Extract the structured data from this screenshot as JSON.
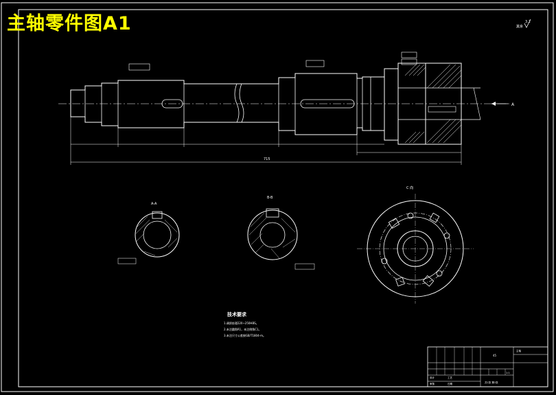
{
  "sheet": {
    "title": "主轴零件图A1",
    "roughness_symbol": "其余",
    "roughness_value": "3.2"
  },
  "section_labels": {
    "a": "A-A",
    "b": "B-B",
    "c": "C 向"
  },
  "tech_requirements": {
    "heading": "技术要求",
    "items": [
      "1.调质处理220~250HBS。",
      "2.未注圆角R1，未注倒角C1。",
      "3.未注尺寸公差按GB/T1804-m。"
    ]
  },
  "title_block": {
    "drawing_name": "主轴",
    "scale": "1:1",
    "sheet_info": "共1张 第1张",
    "material": "45",
    "designer": "设计",
    "reviewer": "审核",
    "process": "工艺",
    "date": "日期"
  },
  "dimensions": {
    "overall_length": "715",
    "right_arrow": "A"
  }
}
